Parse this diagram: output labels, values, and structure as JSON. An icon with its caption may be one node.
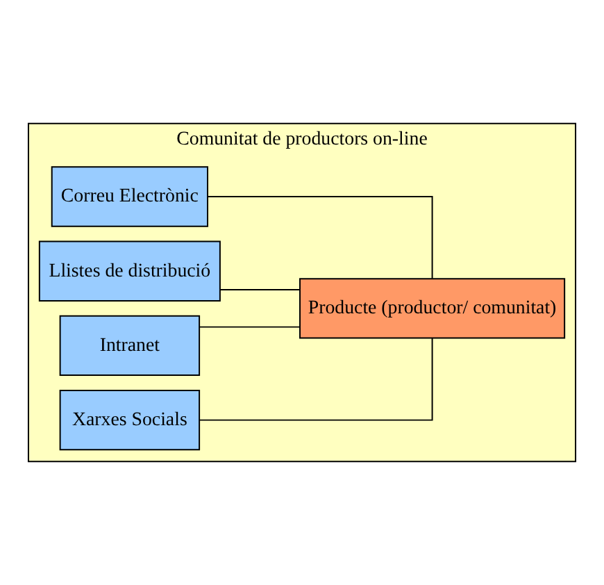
{
  "diagram": {
    "nodes": [
      {
        "text": [
          "Comunitat de productors on-line"
        ]
      },
      {
        "text": [
          "Correu Electrònic"
        ],
        "in": 0
      },
      {
        "text": [
          "Llistes de distribució"
        ],
        "in": 0
      },
      {
        "text": [
          "Intranet"
        ],
        "in": 0
      },
      {
        "text": [
          "Xarxes Socials"
        ],
        "in": 0
      },
      {
        "text": [
          "Producte (productor/ comunitat)"
        ],
        "in": 0
      }
    ],
    "edges": [
      {
        "from": 1,
        "to": 5,
        "arrow": "none"
      },
      {
        "from": 2,
        "to": 5,
        "arrow": "none"
      },
      {
        "from": 3,
        "to": 5,
        "arrow": "none"
      },
      {
        "from": 4,
        "to": 5,
        "arrow": "none"
      }
    ]
  }
}
